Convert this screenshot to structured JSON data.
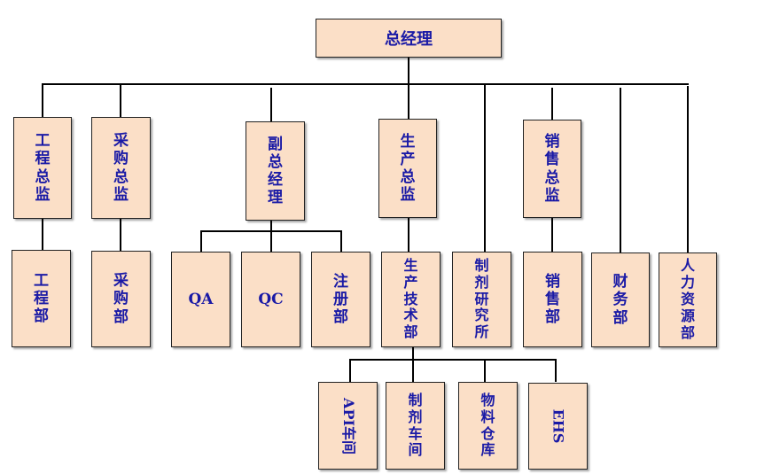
{
  "org_chart": {
    "root": "总经理",
    "directors": {
      "engineering": "工程总监",
      "purchasing": "采购总监",
      "deputy_gm": "副总经理",
      "production": "生产总监",
      "sales": "销售总监"
    },
    "departments": {
      "engineering": "工程部",
      "purchasing": "采购部",
      "qa": "QA",
      "qc": "QC",
      "registration": "注册部",
      "production_tech": "生产技术部",
      "formulation_institute": "制剂研究所",
      "sales": "销售部",
      "finance": "财务部",
      "hr": "人力资源部"
    },
    "workshops": {
      "api": "API车间",
      "formulation": "制剂车间",
      "warehouse": "物料仓库",
      "ehs": "EHS"
    }
  }
}
